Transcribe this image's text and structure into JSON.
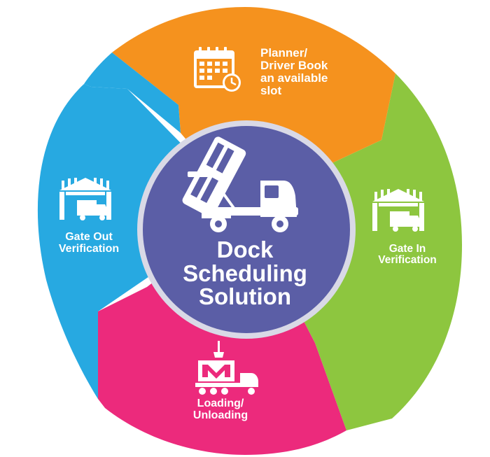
{
  "center": {
    "title_lines": [
      "Dock",
      "Scheduling",
      "Solution"
    ],
    "icon": "dump-truck-icon"
  },
  "steps": [
    {
      "id": "planner",
      "label_lines": [
        "Planner/",
        "Driver Book",
        "an available",
        "slot"
      ],
      "color": "#F5921E",
      "icon": "calendar-clock-icon"
    },
    {
      "id": "gate-in",
      "label_lines": [
        "Gate In",
        "Verification"
      ],
      "color": "#8DC63F",
      "icon": "warehouse-truck-icon"
    },
    {
      "id": "loading",
      "label_lines": [
        "Loading/",
        "Unloading"
      ],
      "color": "#EC2A7C",
      "icon": "crane-truck-icon"
    },
    {
      "id": "gate-out",
      "label_lines": [
        "Gate Out",
        "Verification"
      ],
      "color": "#27A9E1",
      "icon": "warehouse-truck-icon"
    }
  ],
  "colors": {
    "center_fill": "#5B5EA6",
    "center_ring": "#D9D9E6"
  }
}
